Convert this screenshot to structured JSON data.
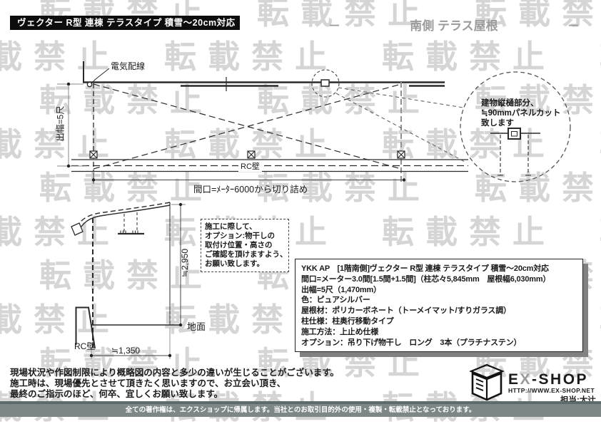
{
  "header": {
    "title_banner": "ヴェクター R型 連棟 テラスタイプ 積雪～20cm対応",
    "side_dash": "－",
    "side_label": "南側 テラス屋根"
  },
  "watermark": {
    "text": "転載禁止"
  },
  "plan": {
    "wiring_label": "電気配線",
    "depth_dim": "出幅=5尺",
    "wall_label": "RC壁",
    "width_dim": "間口=ﾒｰﾀｰ6000から切り詰め"
  },
  "balloon": {
    "line1": "建物縦樋部分、",
    "line2": "≒90mmパネルカット",
    "line3": "致します"
  },
  "side_view": {
    "height_dim": "≒2,950",
    "ground_label": "地面",
    "wall_label": "RC壁",
    "width_dim": "≒1,350"
  },
  "note": {
    "lines": [
      "施工に際して、",
      "オプション:物干しの",
      "取付け位置・高さの",
      "ご確認を頂けますよう、",
      "お願い致します。"
    ]
  },
  "spec": {
    "lines": [
      "YKK AP　[1階南側]ヴェクター R型 連棟 テラスタイプ 積雪～20cm対応",
      "間口=メーター3.0間[1.5間+1.5間]（柱芯々5,845mm　屋根幅6,030mm）",
      "出幅=5尺（1,470mm）",
      "色：ピュアシルバー",
      "屋根材：ポリカーボネート（トーメイマット/すりガラス調）",
      "柱仕様：柱奥行移動タイプ",
      "施工方法：上止め仕様",
      "オプション：吊り下げ物干し　ロング　3本（プラチナステン）"
    ]
  },
  "disclaimer": {
    "lines": [
      "現場状況や作図制限により概略図の内容と多少の違いが生じることがございます。",
      "施工時は、現場優先とさせて頂きたく思いますので、お立会い頂き、",
      "最終のご指示のほど、何卒、宜しくお願い致します。"
    ]
  },
  "footer": {
    "brand_e": "E",
    "brand_x": "X",
    "brand_rest": "-SHOP",
    "url": "HTTP://WWW.EX-SHOP.NET",
    "contact": "担当:大辻",
    "copyright": "全ての著作権は、エクスショップに帰属します。当社とのお取引目的外の使用・複製・転載禁止となっております。"
  },
  "colors": {
    "banner_bg": "#0d0d0d",
    "watermark": "#d5d5d5",
    "copybar_bg": "#7d8788",
    "line": "#2a2a2a",
    "dim": "#8a8a8a"
  }
}
